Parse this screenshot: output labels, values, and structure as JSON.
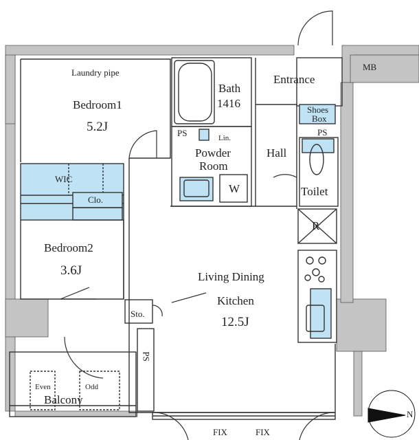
{
  "plan": {
    "rooms": {
      "bedroom1": {
        "name": "Bedroom1",
        "area": "5.2J"
      },
      "bedroom2": {
        "name": "Bedroom2",
        "area": "3.6J"
      },
      "ldk": {
        "name_line1": "Living Dining",
        "name_line2": "Kitchen",
        "area": "12.5J"
      },
      "bath": {
        "name": "Bath",
        "size": "1416"
      },
      "powder": {
        "line1": "Powder",
        "line2": "Room"
      },
      "entrance": "Entrance",
      "hall": "Hall",
      "toilet": "Toilet",
      "balcony": "Balcony"
    },
    "labels": {
      "laundry_pipe": "Laundry pipe",
      "wic": "WIC",
      "closet": "Clo.",
      "storage": "Sto.",
      "shoes_box_line1": "Shoes",
      "shoes_box_line2": "Box",
      "ps_bath": "PS",
      "ps_hall": "PS",
      "ps_living": "PS",
      "linen": "Lin.",
      "washer": "W",
      "refrigerator": "R",
      "mb": "MB",
      "even": "Even",
      "odd": "Odd",
      "fix_left": "FIX",
      "fix_right": "FIX",
      "north": "N"
    },
    "colors": {
      "wall": "#bdbdbd",
      "storage_fill": "#bfe3f5",
      "line": "#333333"
    }
  }
}
